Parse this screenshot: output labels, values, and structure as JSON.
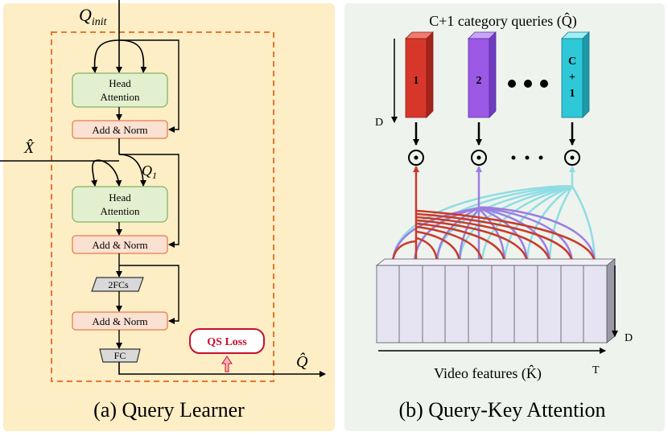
{
  "left_panel": {
    "input_query": "Q",
    "input_query_sub": "init",
    "input_features": "X̂",
    "mid_query": "Q",
    "mid_query_sub": "1",
    "head_attention_1": [
      "Head",
      "Attention"
    ],
    "add_norm_1": "Add & Norm",
    "head_attention_2": [
      "Head",
      "Attention"
    ],
    "add_norm_2": "Add & Norm",
    "fcs": "2FCs",
    "add_norm_3": "Add & Norm",
    "fc": "FC",
    "loss": "QS Loss",
    "output": "Q̂",
    "caption": "(a) Query Learner",
    "colors": {
      "panel": "#fdeec6",
      "dash": "#e8762e",
      "head": "#e3f0cf",
      "head_border": "#82b365",
      "norm": "#fbe1d2",
      "norm_border": "#e67c4b",
      "fc": "#d9d9d9",
      "loss_border": "#c8102e"
    }
  },
  "right_panel": {
    "title": "C+1 category queries (Q̂)",
    "queries": [
      {
        "label": "1",
        "color": "#d7372a"
      },
      {
        "label": "2",
        "color": "#9b59e6"
      },
      {
        "label": "C\n+\n1",
        "color": "#2ec8d8"
      }
    ],
    "axis_d_top": "D",
    "axis_d_bottom": "D",
    "axis_t": "T",
    "features_label": "Video features (K̂)",
    "caption": "(b) Query-Key Attention",
    "colors": {
      "panel": "#eff3ee",
      "red_arc": "#c93a2a",
      "purple_arc": "#9b7ee0",
      "cyan_arc": "#8fdde3",
      "feature_box": "#e6e4f3"
    }
  }
}
